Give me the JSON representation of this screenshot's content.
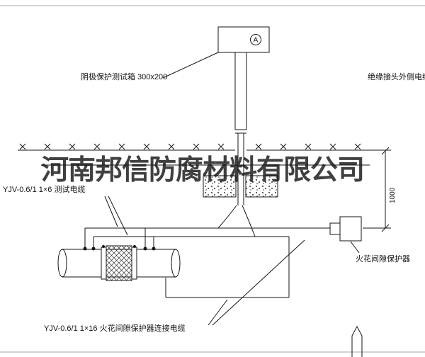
{
  "watermark": "河南邦信防腐材料有限公司",
  "test_box": {
    "meter_symbol": "A"
  },
  "labels": {
    "test_box": "阴极保护测试箱 300x200",
    "outer_cable": "绝缘接头外侧电缆",
    "test_cable": "YJV-0.6/1 1×6  测试电缆",
    "spark_gap": "火花间隙保护器",
    "spark_gap_cable": "YJV-0.6/1 1×16  火花间隙保护器连接电缆"
  },
  "dimensions": {
    "conduit_depth": "1000"
  }
}
